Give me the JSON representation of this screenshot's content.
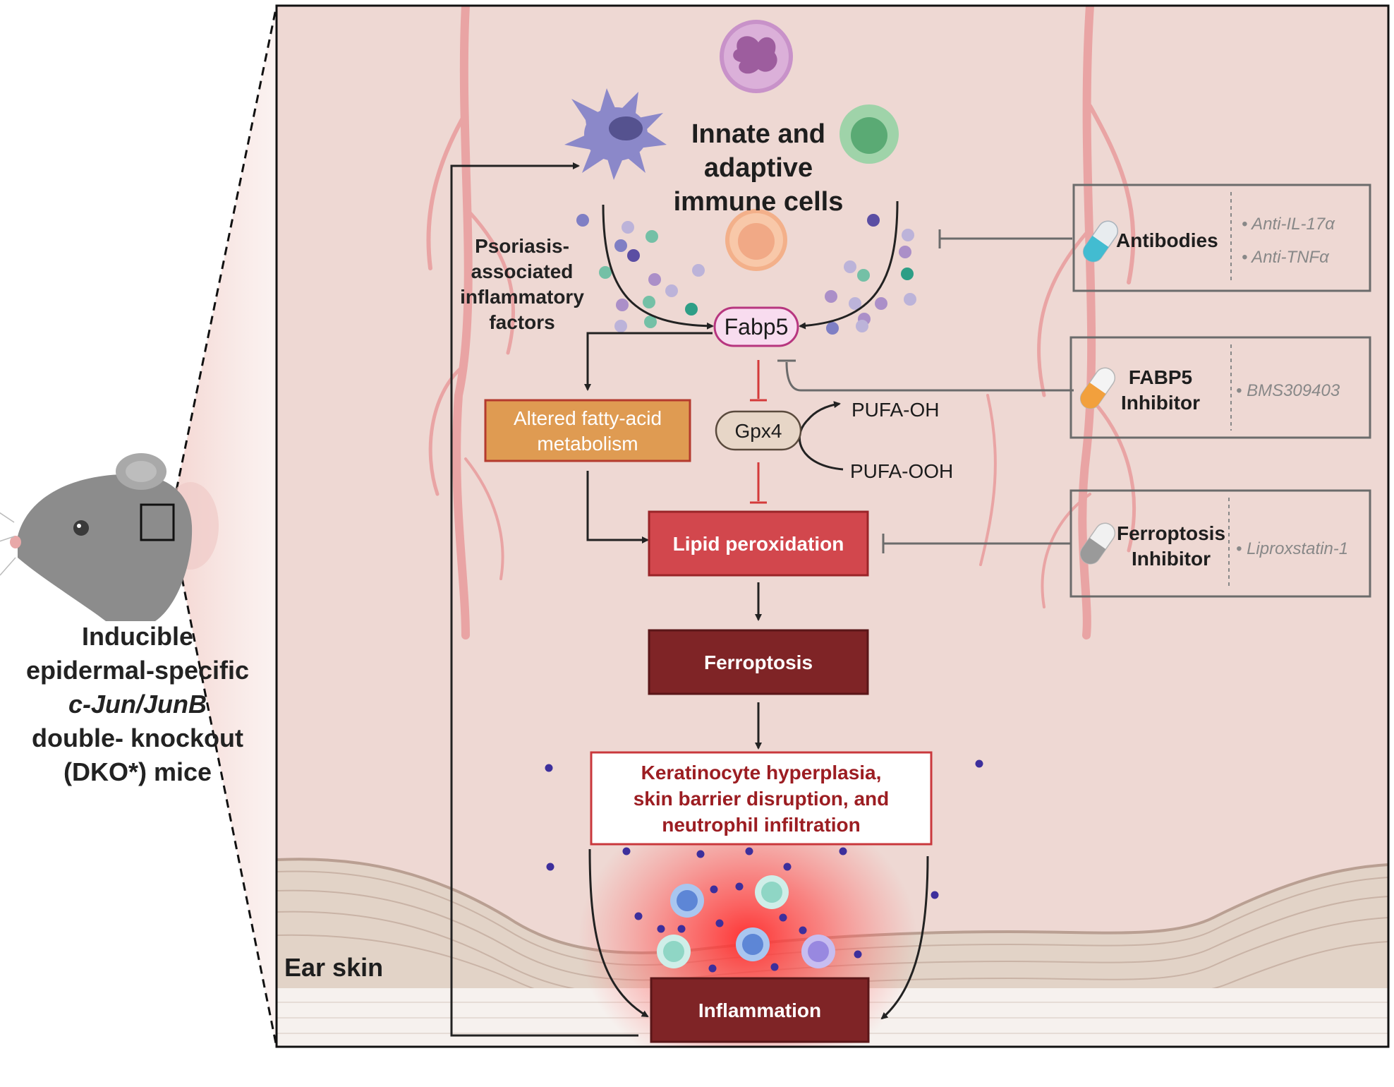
{
  "mouse": {
    "caption_line1": "Inducible",
    "caption_line2": "epidermal-specific",
    "caption_line3": "c-Jun/JunB",
    "caption_line4": "double- knockout",
    "caption_line5": "(DKO*) mice"
  },
  "immune": {
    "line1": "Innate and",
    "line2": "adaptive",
    "line3": "immune cells"
  },
  "factors": {
    "line1": "Psoriasis-",
    "line2": "associated",
    "line3": "inflammatory",
    "line4": "factors"
  },
  "nodes": {
    "fabp5": "Fabp5",
    "altered_line1": "Altered fatty-acid",
    "altered_line2": "metabolism",
    "gpx4": "Gpx4",
    "pufa_oh": "PUFA-OH",
    "pufa_ooh": "PUFA-OOH",
    "lipid": "Lipid peroxidation",
    "ferroptosis": "Ferroptosis",
    "kera_line1": "Keratinocyte hyperplasia,",
    "kera_line2": "skin barrier disruption, and",
    "kera_line3": "neutrophil infiltration",
    "inflammation": "Inflammation",
    "ear_skin": "Ear skin"
  },
  "inhibitors": {
    "antibodies": {
      "label": "Antibodies",
      "item1": "• Anti-IL-17α",
      "item2": "• Anti-TNFα"
    },
    "fabp5": {
      "label_line1": "FABP5",
      "label_line2": "Inhibitor",
      "item1": "• BMS309403"
    },
    "ferroptosis": {
      "label_line1": "Ferroptosis",
      "label_line2": "Inhibitor",
      "item1": "• Liproxstatin-1"
    }
  },
  "colors": {
    "tissue": "#eed8d3",
    "vessel": "#e9a4a4",
    "orange_box": "#df9b52",
    "red_box": "#d2474d",
    "dark_box": "#7f2426",
    "text_red": "#9c1d22",
    "inhibit_red": "#d43a3a"
  }
}
